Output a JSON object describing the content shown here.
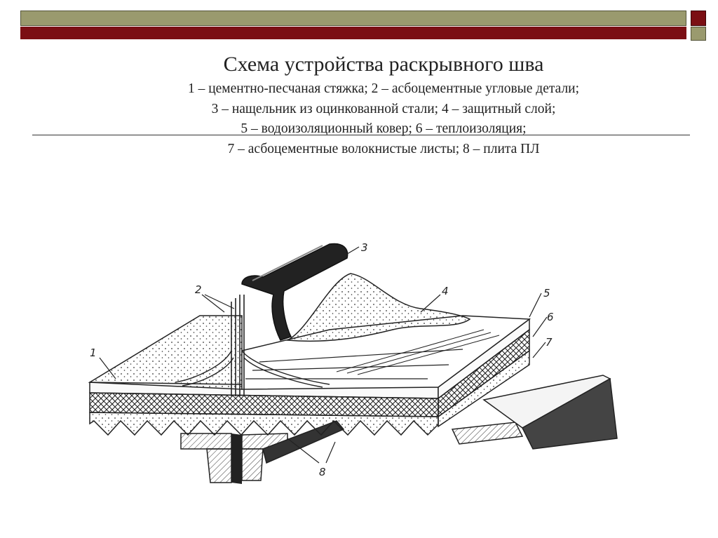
{
  "title": "Схема устройства раскрывного шва",
  "legend": [
    "1 – цементно-песчаная стяжка; 2 – асбоцементные угловые детали;",
    "3 – нащельник из оцинкованной стали; 4 – защитный слой;",
    "5 – водоизоляционный ковер; 6 – теплоизоляция;",
    "7 – асбоцементные волокнистые листы; 8 – плита ПЛ"
  ],
  "callouts": [
    "1",
    "2",
    "3",
    "4",
    "5",
    "6",
    "7",
    "8"
  ],
  "colors": {
    "band_olive": "#9a9a6e",
    "band_maroon": "#7b0f14",
    "ink": "#222222"
  }
}
